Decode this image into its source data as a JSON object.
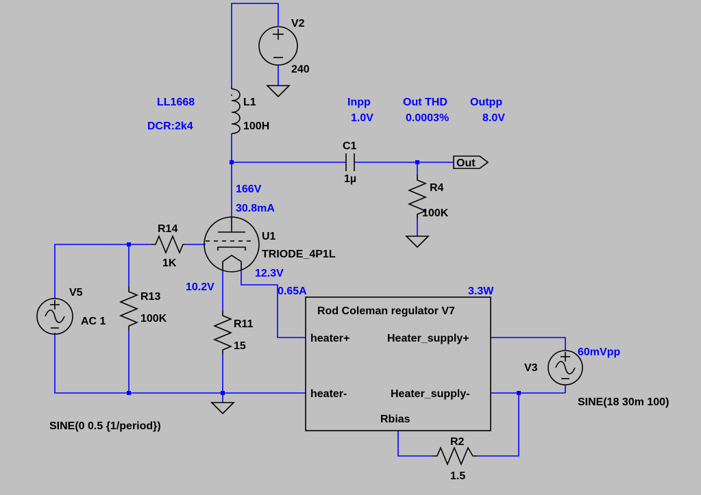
{
  "components": {
    "v2": {
      "name": "V2",
      "value": "240"
    },
    "l1": {
      "name": "L1",
      "value": "100H",
      "note1": "LL1668",
      "note2": "DCR:2k4"
    },
    "c1": {
      "name": "C1",
      "value": "1µ"
    },
    "r4": {
      "name": "R4",
      "value": "100K"
    },
    "u1": {
      "name": "U1",
      "value": "TRIODE_4P1L"
    },
    "r14": {
      "name": "R14",
      "value": "1K"
    },
    "r13": {
      "name": "R13",
      "value": "100K"
    },
    "v5": {
      "name": "V5",
      "value": "AC 1",
      "spice": "SINE(0 0.5 {1/period})"
    },
    "r11": {
      "name": "R11",
      "value": "15"
    },
    "v3": {
      "name": "V3",
      "spice": "SINE(18 30m 100)"
    },
    "r2": {
      "name": "R2",
      "value": "1.5"
    },
    "reg": {
      "title": "Rod Coleman regulator V7",
      "pin_heater_plus": "heater+",
      "pin_heater_minus": "heater-",
      "pin_supply_plus": "Heater_supply+",
      "pin_supply_minus": "Heater_supply-",
      "pin_rbias": "Rbias"
    }
  },
  "port": {
    "label": "Out"
  },
  "measurements": {
    "inpp_label": "Inpp",
    "inpp_value": "1.0V",
    "thd_label": "Out THD",
    "thd_value": "0.0003%",
    "outpp_label": "Outpp",
    "outpp_value": "8.0V",
    "anode_v": "166V",
    "anode_i": "30.8mA",
    "cathode_v": "10.2V",
    "heater_v": "12.3V",
    "heater_i": "0.65A",
    "power": "3.3W",
    "v3_amp": "60mVpp"
  },
  "colors": {
    "background": "#c0c0c0",
    "wire": "#0000ff",
    "symbol": "#000000",
    "annotation": "#0000ff"
  }
}
